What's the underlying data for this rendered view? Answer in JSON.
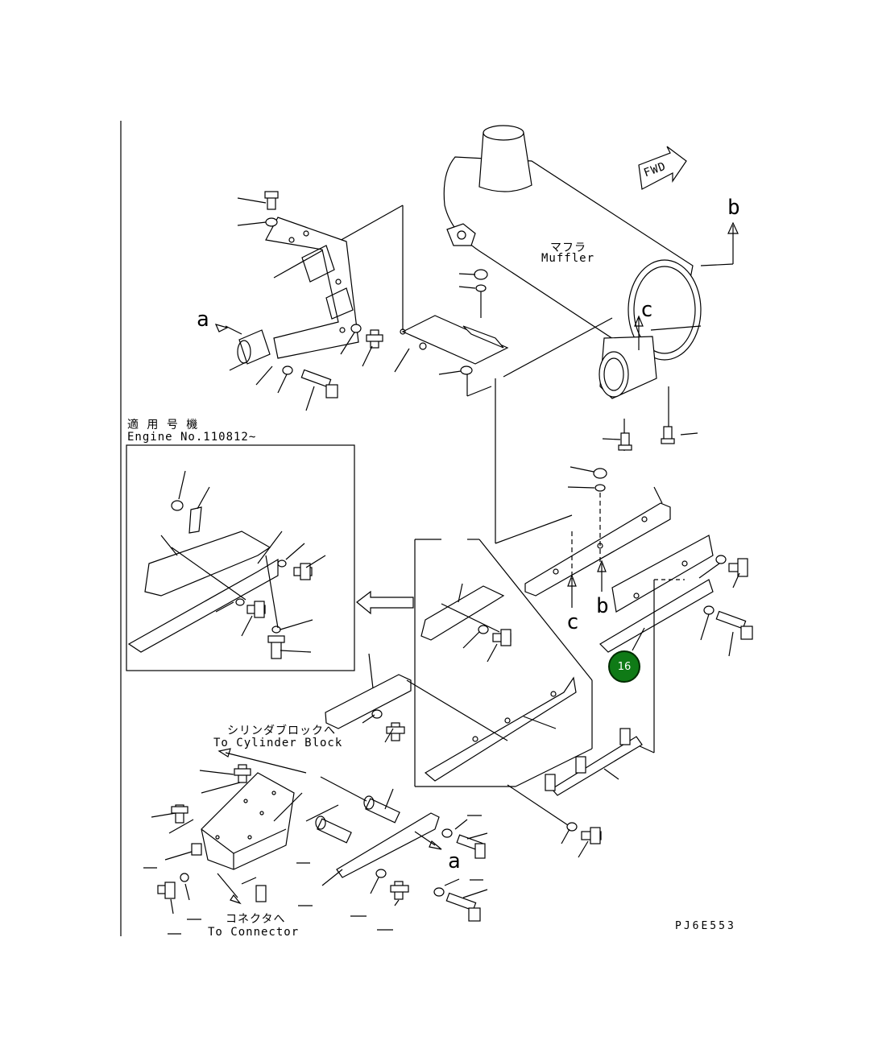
{
  "labels": {
    "muffler_jp": "マフラ",
    "muffler_en": "Muffler",
    "fwd": "FWD",
    "applicable_jp": "適 用 号 機",
    "engine_no": "Engine No.110812~",
    "cylinder_jp": "シリンダブロックへ",
    "cylinder_en": "To Cylinder Block",
    "connector_jp": "コネクタへ",
    "connector_en": "To Connector",
    "ref_a_top": "a",
    "ref_a_bottom": "a",
    "ref_b_top": "b",
    "ref_b_mid": "b",
    "ref_c_muffler": "c",
    "ref_c_mid": "c",
    "drawing_code": "PJ6E553"
  },
  "callout": {
    "number": "16",
    "color": "#0f7a16"
  }
}
